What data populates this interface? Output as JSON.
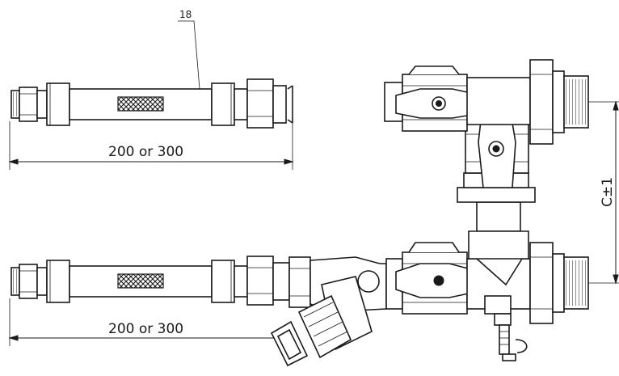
{
  "callout": {
    "number": "18"
  },
  "dimensions": {
    "hose_length_top": "200 or 300",
    "hose_length_bottom": "200 or 300",
    "vertical_center": "C±1"
  },
  "colors": {
    "line": "#1a1a1a",
    "background": "#ffffff"
  }
}
